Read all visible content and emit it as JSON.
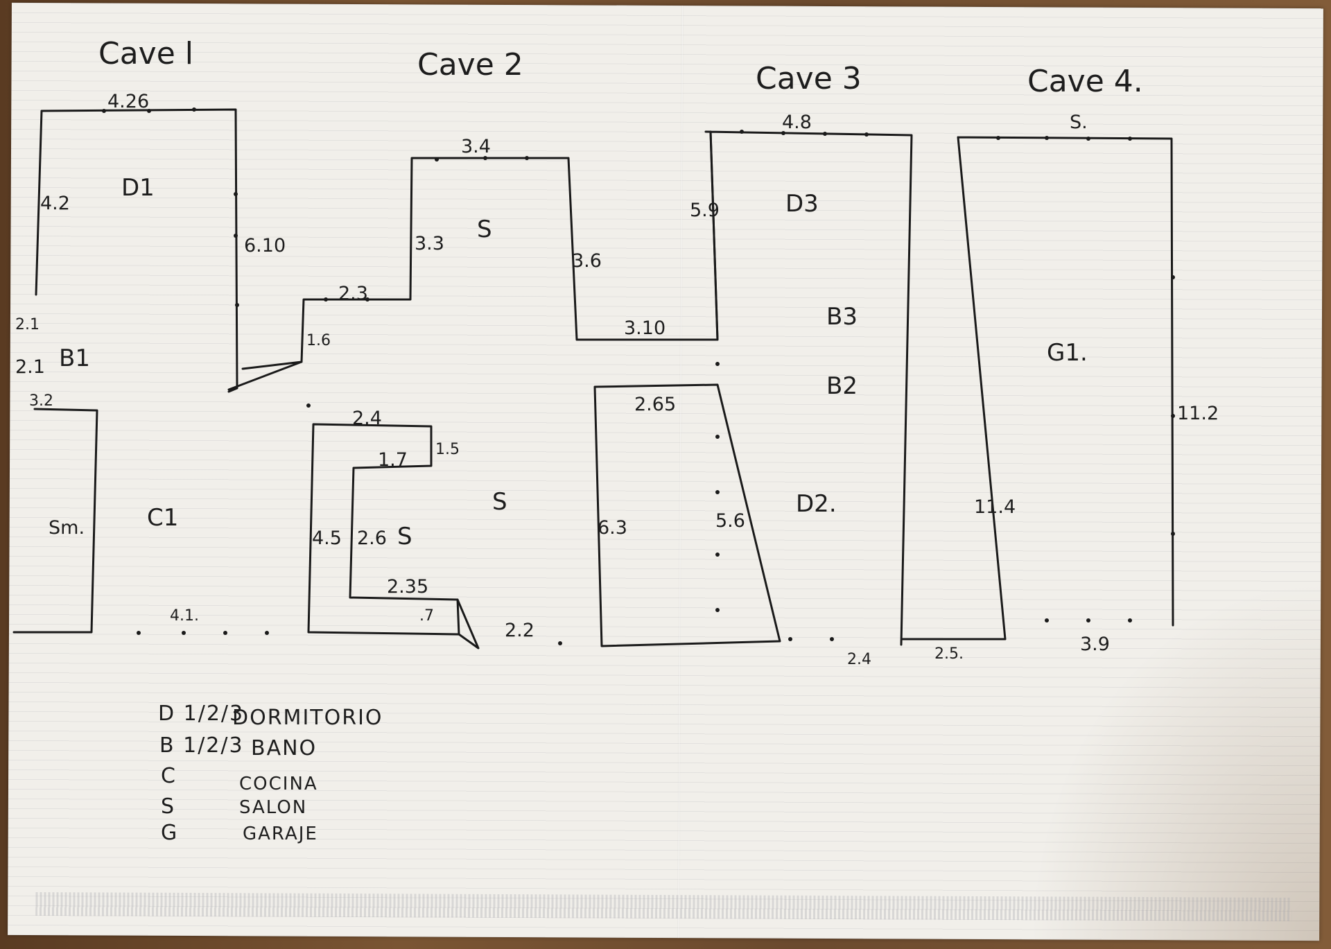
{
  "titles": {
    "cave1": "Cave l",
    "cave2": "Cave 2",
    "cave3": "Cave 3",
    "cave4": "Cave 4."
  },
  "dimensions": {
    "c1_top": "4.26",
    "c1_left": "4.2",
    "c1_right": "6.10",
    "c1_a": "2.1",
    "c1_b": "2.1",
    "c1_c": "3.2",
    "c1_sm": "Sm.",
    "c1_bottom": "4.1.",
    "c2_top": "3.4",
    "c2_left": "3.3",
    "c2_right": "3.6",
    "c2_step": "2.3",
    "c2_small": "1.6",
    "c2_bottom": "3.10",
    "c2_inner_top": "2.4",
    "c2_inner_mid": "1.7",
    "c2_inner_side": "1.5",
    "c2_inner_left": "4.5",
    "c2_inner_in": "2.6",
    "c2_inner_low": "2.35",
    "c2_inner_tiny": ".7",
    "c2_inner_bottom": "2.2",
    "c3_top": "4.8",
    "c3_left": "5.9",
    "c3_low_top": "2.65",
    "c3_low_left": "6.3",
    "c3_low_right": "5.6",
    "c3_bottom": "2.4",
    "c4_top": "S.",
    "c4_left": "11.4",
    "c4_right": "11.2",
    "c4_bottom_left": "2.5.",
    "c4_bottom_right": "3.9"
  },
  "rooms": {
    "d1": "D1",
    "b1": "B1",
    "c1": "C1",
    "s_c2_upper": "S",
    "s_c2_lower": "S",
    "s_c2_inner": "S",
    "d3": "D3",
    "b3": "B3",
    "b2": "B2",
    "d2": "D2.",
    "g1": "G1."
  },
  "legend": [
    {
      "code": "D 1/2/3",
      "label": "DORMITORIO"
    },
    {
      "code": "B 1/2/3",
      "label": "BANO"
    },
    {
      "code": "C",
      "label": "COCINA"
    },
    {
      "code": "S",
      "label": "SALON"
    },
    {
      "code": "G",
      "label": "GARAJE"
    }
  ]
}
